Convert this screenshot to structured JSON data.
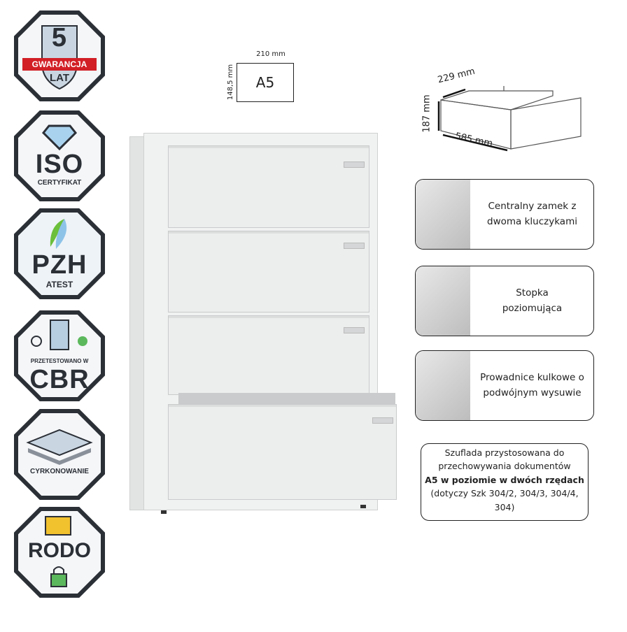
{
  "badges": [
    {
      "big": "5",
      "ribbon": "GWARANCJA",
      "small": "LAT"
    },
    {
      "big": "ISO",
      "small": "CERTYFIKAT"
    },
    {
      "big": "PZH",
      "small": "ATEST"
    },
    {
      "big": "CBR",
      "small": "PRZETESTOWANO W"
    },
    {
      "small": "CYRKONOWANIE"
    },
    {
      "big": "RODO"
    }
  ],
  "a5": {
    "width": "210 mm",
    "height": "148,5 mm",
    "label": "A5"
  },
  "drawer": {
    "depth": "229 mm",
    "height": "187 mm",
    "length": "585 mm"
  },
  "features": [
    {
      "text": "Centralny zamek z dwoma kluczykami"
    },
    {
      "text": "Stopka poziomująca"
    },
    {
      "text": "Prowadnice kulkowe o podwójnym wysuwie"
    }
  ],
  "note": {
    "line1": "Szuflada przystosowana do przechowywania dokumentów",
    "bold": "A5 w poziomie w dwóch rzędach",
    "line2": "(dotyczy Szk 304/2, 304/3, 304/4, 304)"
  },
  "colors": {
    "ribbon": "#d21f26",
    "badge_border": "#2b2f36"
  }
}
